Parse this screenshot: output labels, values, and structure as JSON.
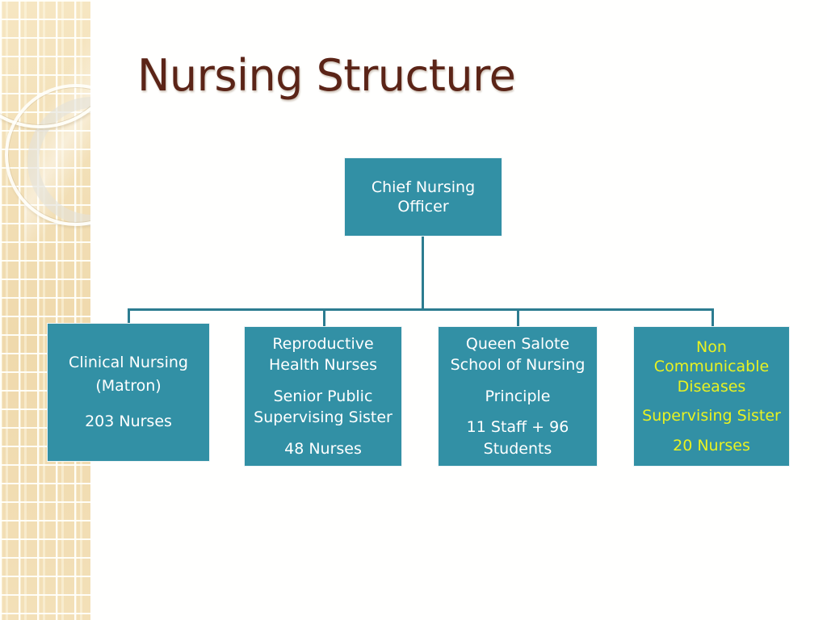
{
  "slide": {
    "title": "Nursing Structure",
    "title_color": "#5B2417",
    "background_color": "#FFFFFE",
    "node_fill_color": "#3290A5",
    "connector_color": "#2C7C90",
    "node_text_color": "#FFFFFF",
    "highlight_text_color": "#E9F221",
    "decor_panel_color": "#F2DFB4"
  },
  "org_chart": {
    "root": {
      "id": "chief-nursing-officer",
      "lines": [
        "Chief Nursing",
        "Officer"
      ],
      "text_color": "#FFFFFF"
    },
    "children": [
      {
        "id": "clinical-nursing",
        "title_lines": [
          "Clinical Nursing",
          "(Matron)"
        ],
        "role": "",
        "count": "203 Nurses",
        "text_color": "#FFFFFF"
      },
      {
        "id": "reproductive-health-nurses",
        "title_lines": [
          "Reproductive",
          "Health Nurses"
        ],
        "role_lines": [
          "Senior Public",
          "Supervising Sister"
        ],
        "count": "48 Nurses",
        "text_color": "#FFFFFF"
      },
      {
        "id": "queen-salote-school-of-nursing",
        "title_lines": [
          "Queen Salote",
          "School of Nursing"
        ],
        "role_lines": [
          "Principle"
        ],
        "count_lines": [
          "11 Staff + 96",
          "Students"
        ],
        "text_color": "#FFFFFF"
      },
      {
        "id": "non-communicable-diseases",
        "title_lines": [
          "Non",
          "Communicable",
          "Diseases"
        ],
        "role_lines": [
          "Supervising Sister"
        ],
        "count": "20 Nurses",
        "text_color": "#E9F221"
      }
    ]
  }
}
